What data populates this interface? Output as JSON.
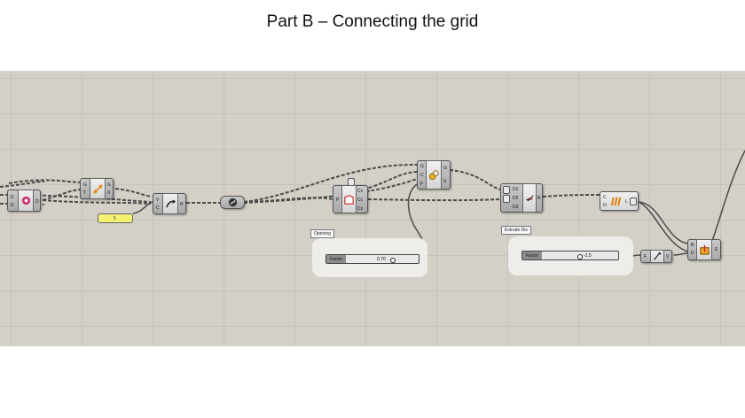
{
  "slide": {
    "title": "Part B – Connecting the grid"
  },
  "colors": {
    "canvas": "#d4d0c8",
    "component": "#b5b5b5",
    "panel": "#f3f371",
    "wire": "#4a4a4a"
  },
  "components": {
    "c1": {
      "in": [
        "D",
        "D"
      ],
      "out": [
        "D"
      ],
      "icon": "pink-gear-icon"
    },
    "c2": {
      "in": [
        "G",
        "T"
      ],
      "out": [
        "G",
        "X"
      ],
      "icon": "orange-move-icon"
    },
    "c3": {
      "in": [
        "V",
        "C"
      ],
      "out": [
        "R"
      ],
      "icon": "curve-arrow-icon"
    },
    "c4": {
      "icon": "graph-mapper-icon"
    },
    "c5": {
      "in": [
        "P"
      ],
      "out": [
        "Cv",
        "Cc",
        "Cx"
      ],
      "icon": "rectangle-icon"
    },
    "c6": {
      "in": [
        "G",
        "C",
        "F"
      ],
      "out": [
        "G",
        "X"
      ],
      "icon": "scale-icon"
    },
    "c7": {
      "in": [
        "D1",
        "D2",
        "D3"
      ],
      "out": [
        "R"
      ],
      "icon": "hummingbird-icon"
    },
    "c8": {
      "in": [
        "C",
        "O"
      ],
      "out": [
        "L"
      ],
      "icon": "loft-icon"
    },
    "c9": {
      "in": [
        "F"
      ],
      "out": [
        "V"
      ],
      "icon": "amplitude-icon"
    },
    "c10": {
      "in": [
        "B",
        "D"
      ],
      "out": [
        "E"
      ],
      "icon": "extrude-icon"
    }
  },
  "panel": {
    "value": "5"
  },
  "opening": {
    "group_label": "Opening",
    "slider_label": "Factor",
    "value": "0.70"
  },
  "extrude": {
    "group_label": "Extrude Dis",
    "slider_label": "Factor",
    "value": "-1.5"
  }
}
